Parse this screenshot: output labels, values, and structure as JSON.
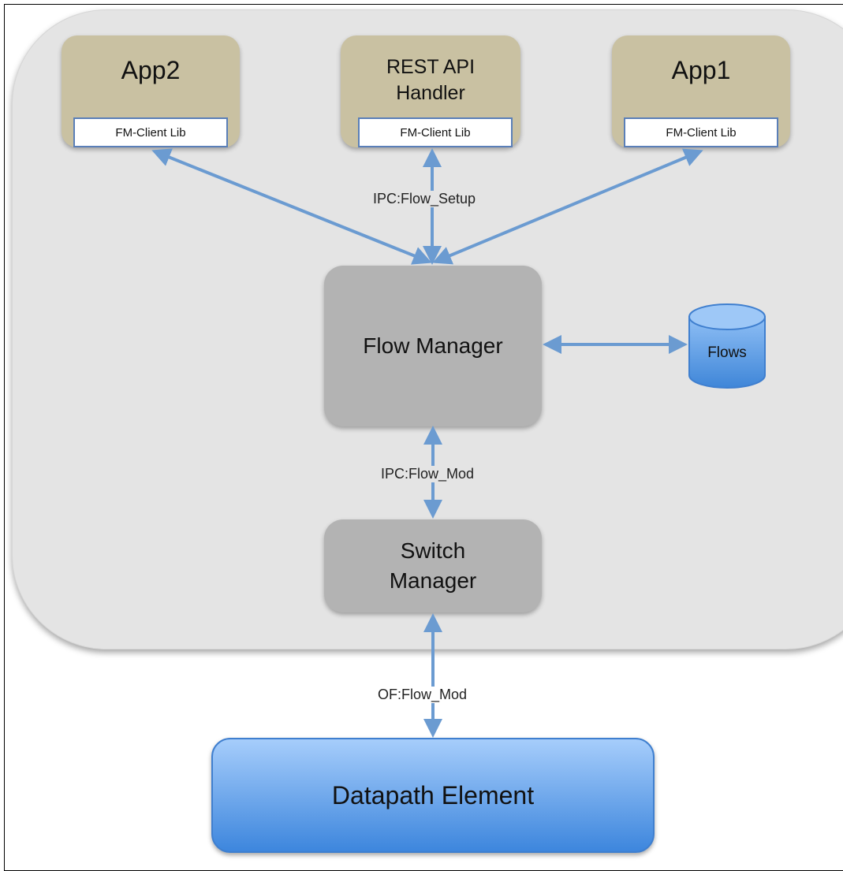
{
  "apps": {
    "app2": {
      "title": "App2",
      "lib": "FM-Client Lib"
    },
    "rest": {
      "title_line1": "REST API",
      "title_line2": "Handler",
      "lib": "FM-Client Lib"
    },
    "app1": {
      "title": "App1",
      "lib": "FM-Client Lib"
    }
  },
  "flow_manager": {
    "label": "Flow Manager"
  },
  "flows_db": {
    "label": "Flows"
  },
  "switch_manager": {
    "line1": "Switch",
    "line2": "Manager"
  },
  "datapath": {
    "label": "Datapath Element"
  },
  "edges": {
    "flow_setup": "IPC:Flow_Setup",
    "flow_mod_ipc": "IPC:Flow_Mod",
    "flow_mod_of": "OF:Flow_Mod"
  },
  "colors": {
    "container": "#e4e4e4",
    "app_box": "#c9c1a2",
    "component_box": "#b3b3b3",
    "arrow": "#6b9bd1",
    "datapath_top": "#a6cdfb",
    "datapath_bottom": "#3d86dd"
  }
}
